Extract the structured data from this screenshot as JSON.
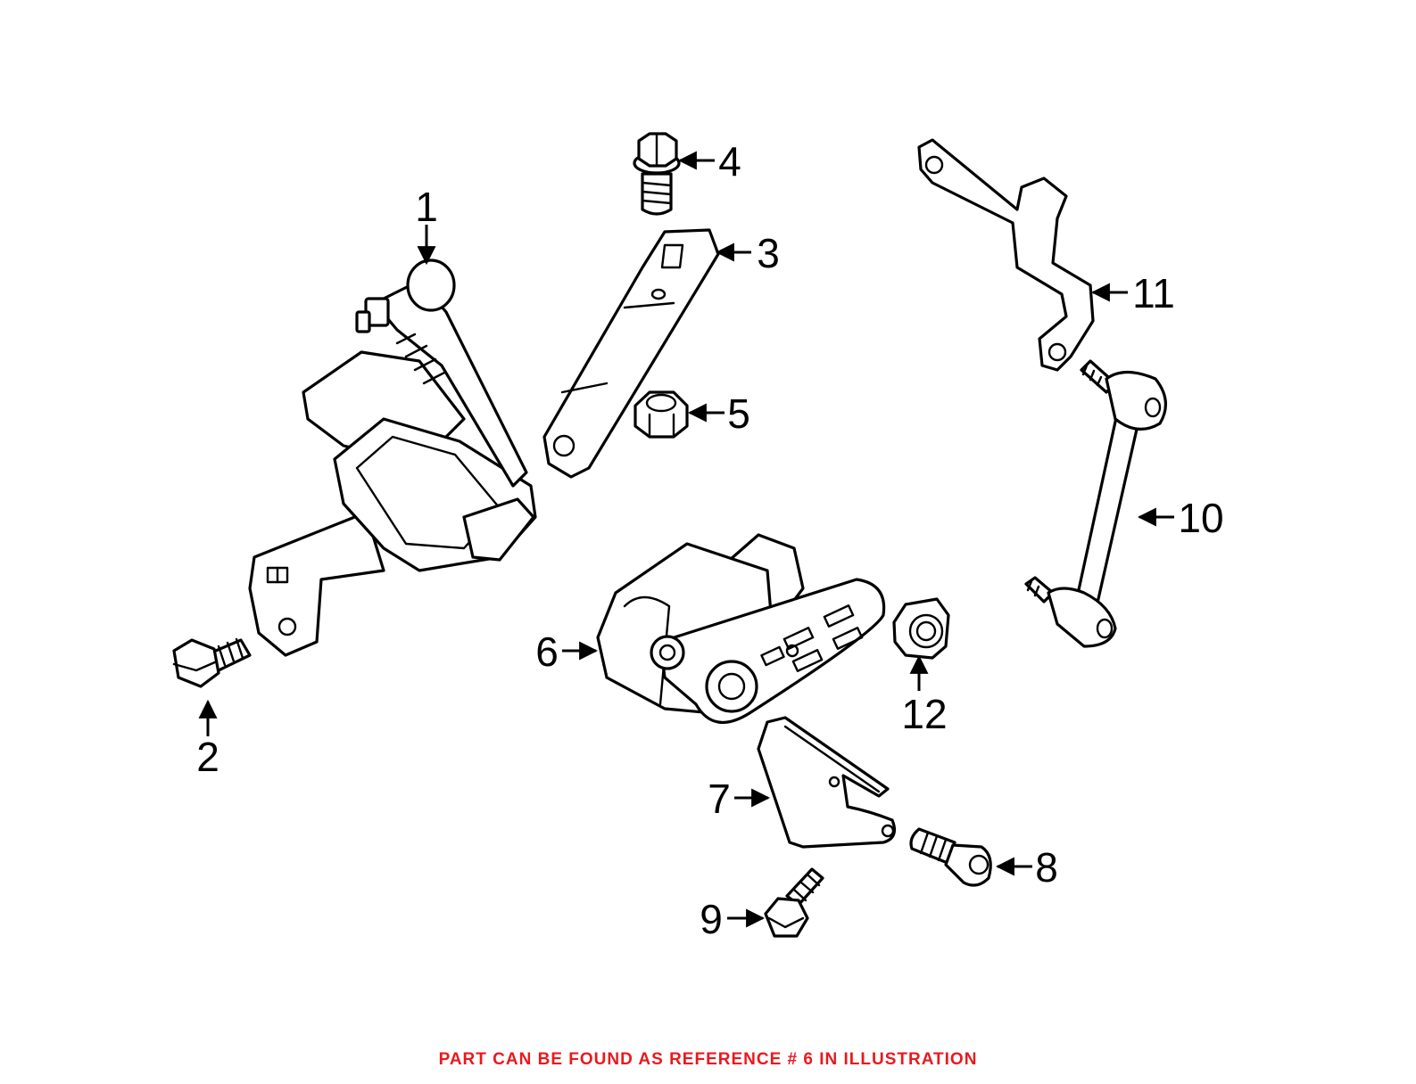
{
  "callouts": {
    "c1": "1",
    "c2": "2",
    "c3": "3",
    "c4": "4",
    "c5": "5",
    "c6": "6",
    "c7": "7",
    "c8": "8",
    "c9": "9",
    "c10": "10",
    "c11": "11",
    "c12": "12"
  },
  "footnote": {
    "text": "PART CAN BE FOUND AS REFERENCE # 6 IN ILLUSTRATION",
    "color": "#e8191f"
  },
  "colors": {
    "line": "#000000",
    "background": "#ffffff"
  }
}
